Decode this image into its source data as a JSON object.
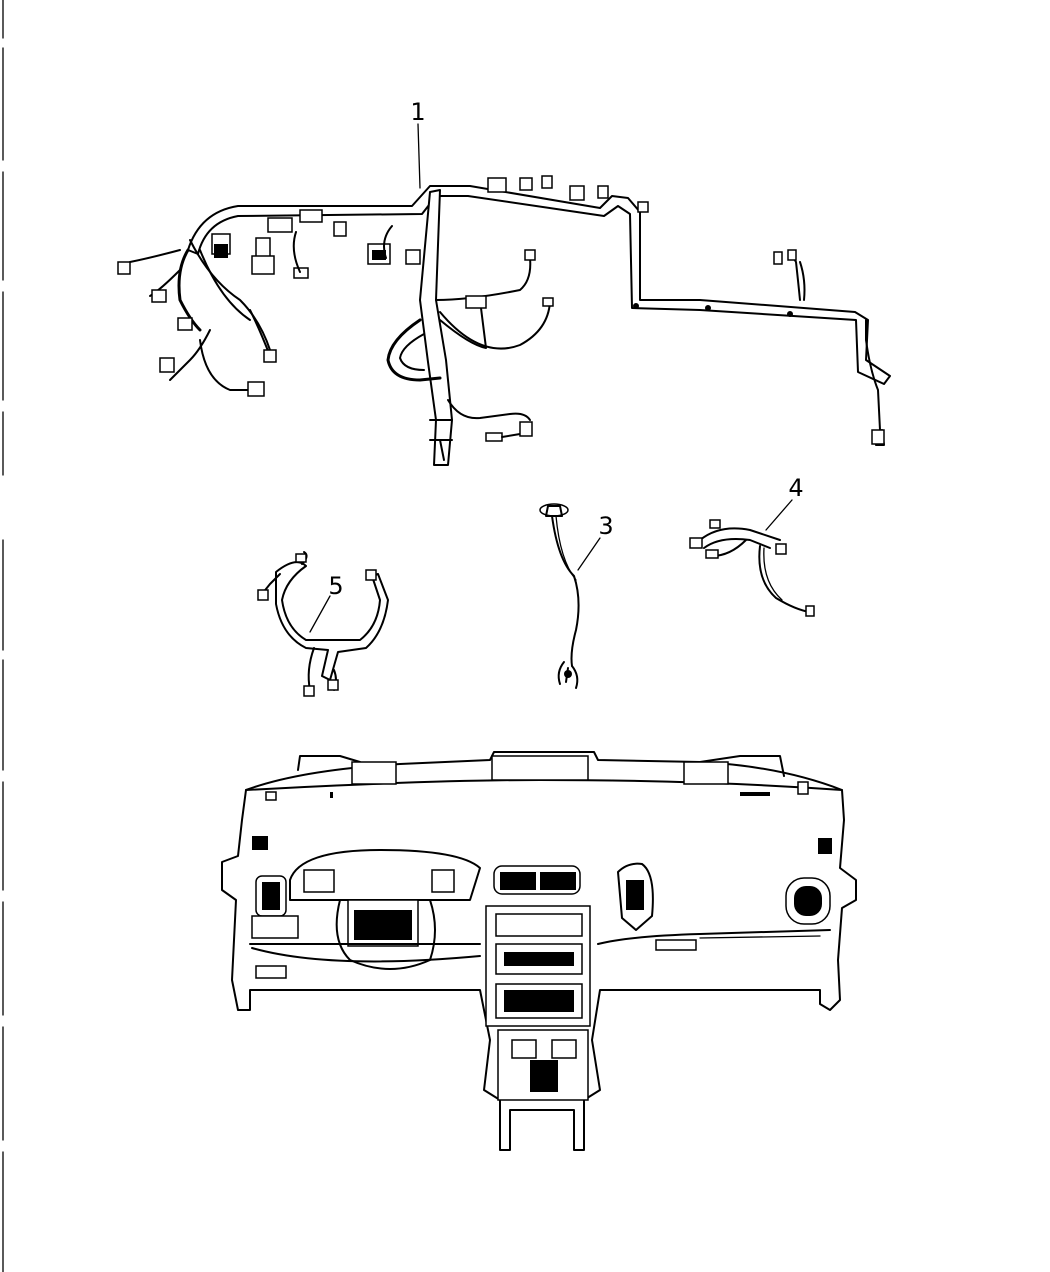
{
  "diagram": {
    "callouts": [
      {
        "id": "1",
        "label": "1"
      },
      {
        "id": "3",
        "label": "3"
      },
      {
        "id": "4",
        "label": "4"
      },
      {
        "id": "5",
        "label": "5"
      }
    ]
  }
}
